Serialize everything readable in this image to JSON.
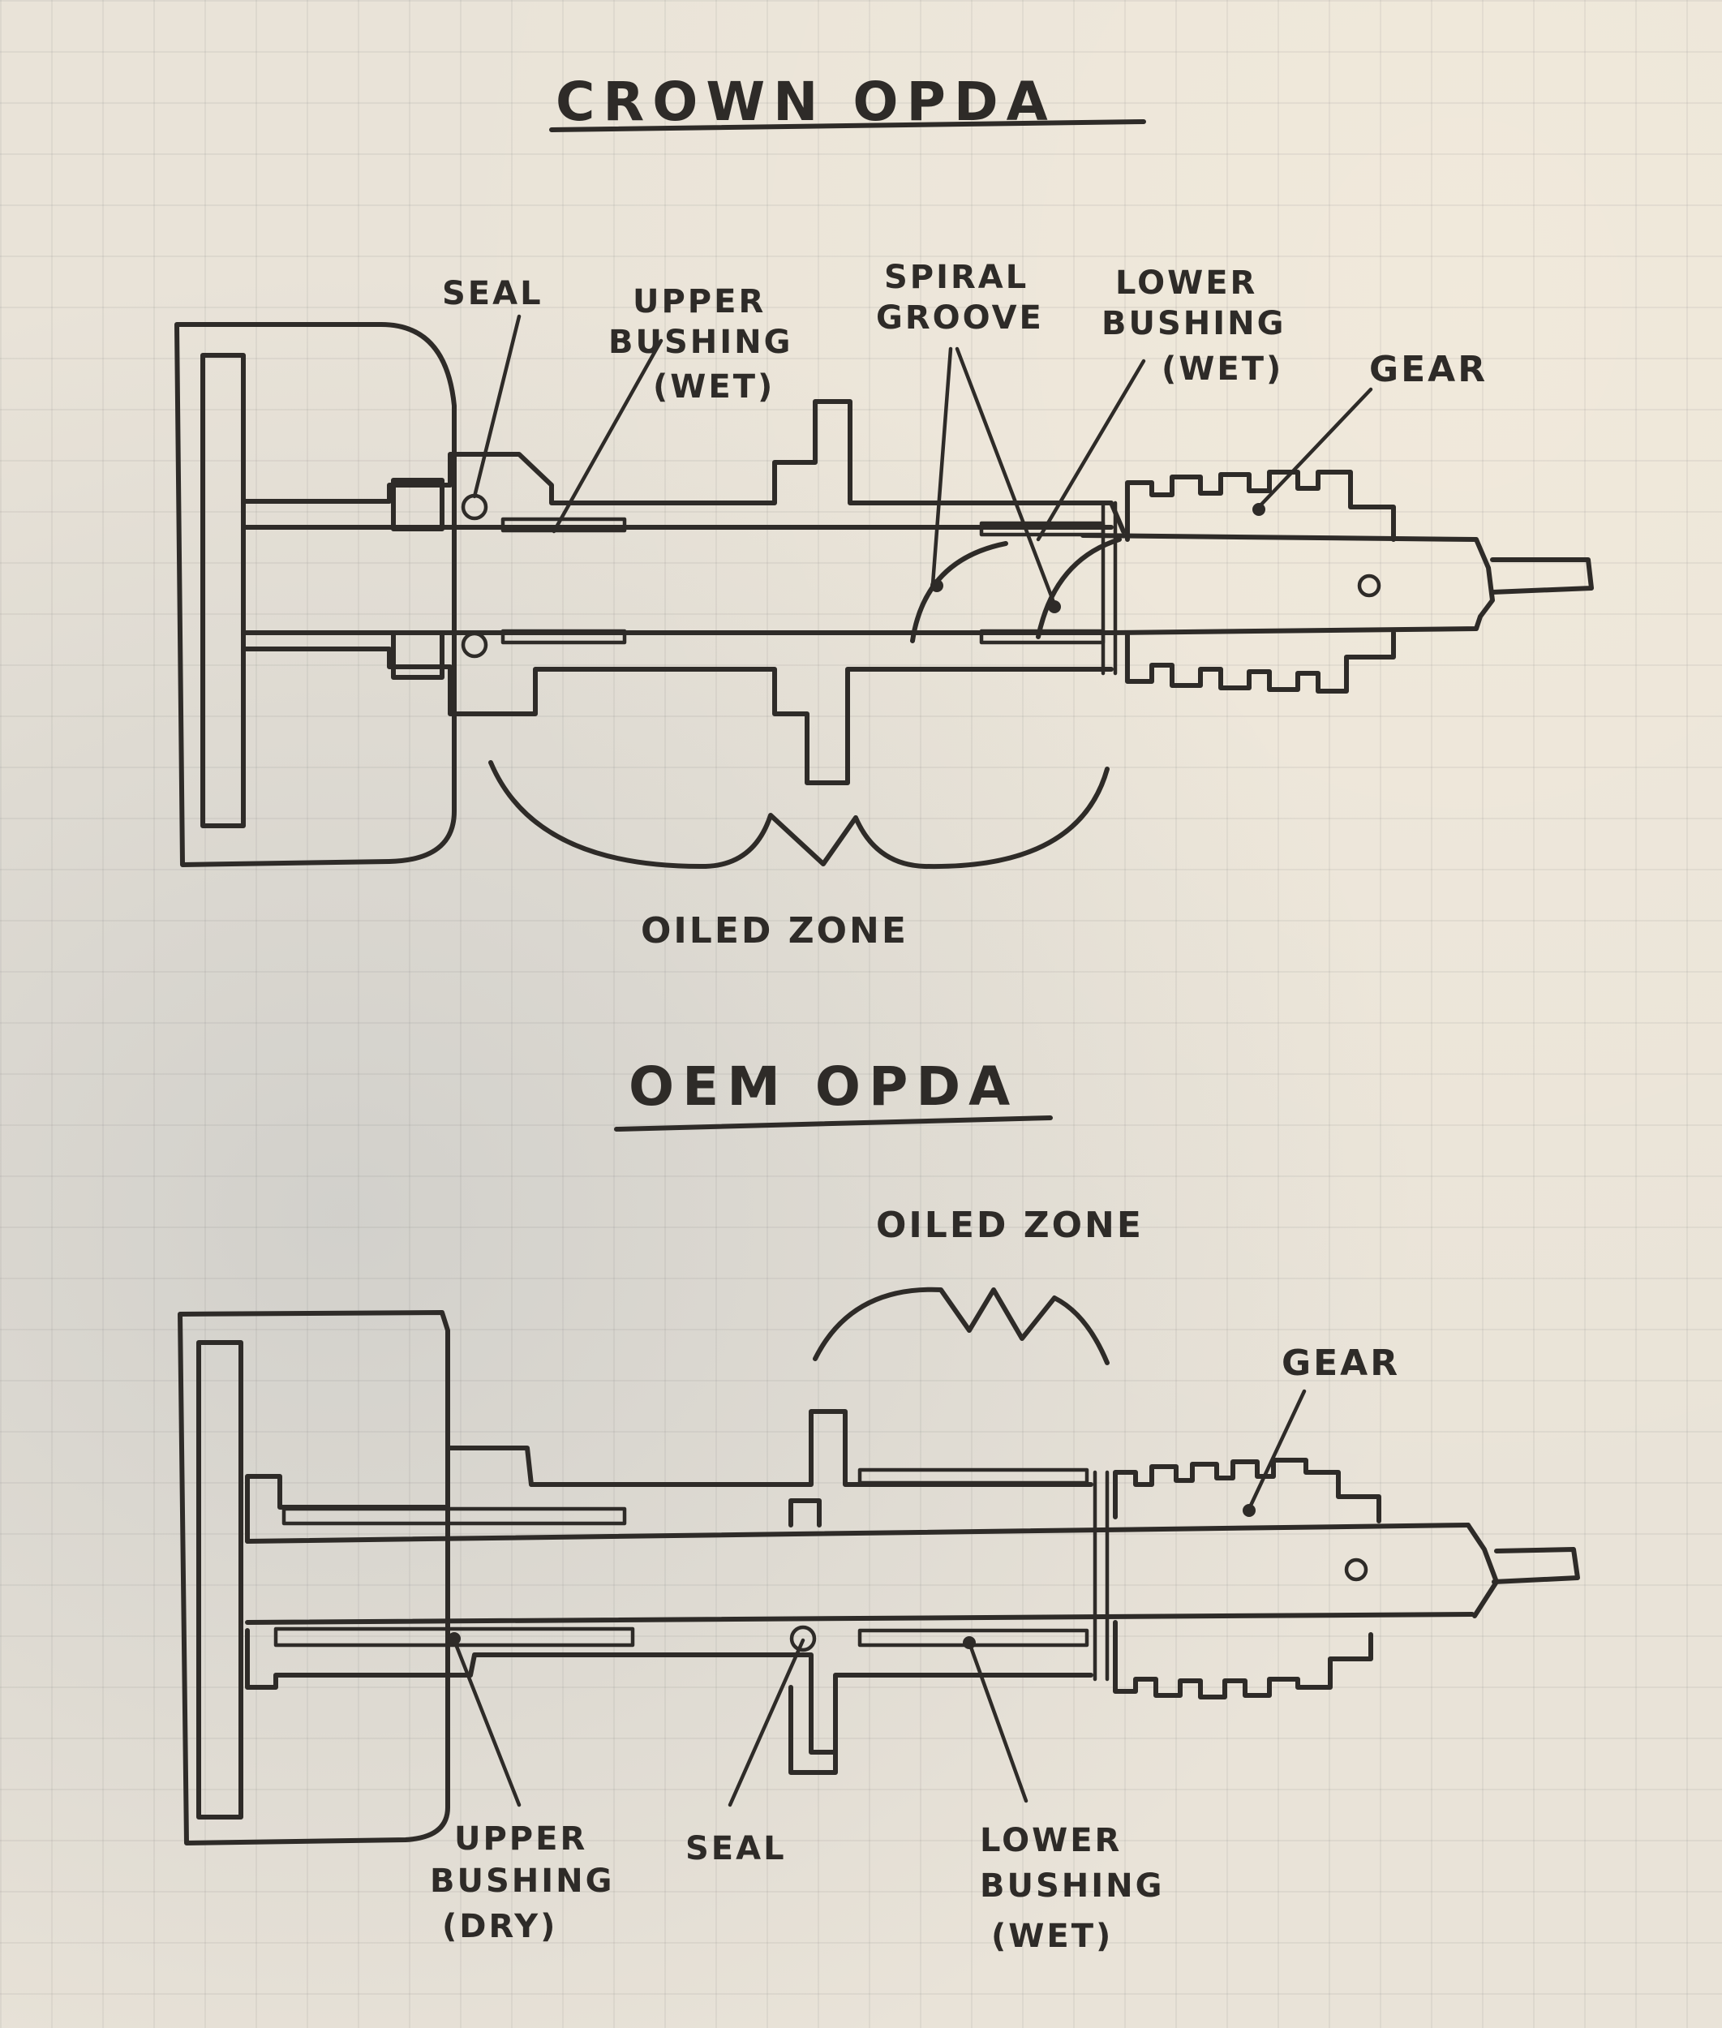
{
  "diagrams": {
    "crown": {
      "title": "CROWN OPDA",
      "labels": {
        "seal": "SEAL",
        "upper_1": "UPPER",
        "upper_2": "BUSHING",
        "upper_3": "(WET)",
        "spiral_1": "SPIRAL",
        "spiral_2": "GROOVE",
        "lower_1": "LOWER",
        "lower_2": "BUSHING",
        "lower_3": "(WET)",
        "gear": "GEAR",
        "oiled": "OILED ZONE"
      }
    },
    "oem": {
      "title": "OEM OPDA",
      "labels": {
        "oiled": "OILED ZONE",
        "gear": "GEAR",
        "upper_1": "UPPER",
        "upper_2": "BUSHING",
        "upper_3": "(DRY)",
        "seal": "SEAL",
        "lower_1": "LOWER",
        "lower_2": "BUSHING",
        "lower_3": "(WET)"
      }
    }
  },
  "colors": {
    "ink": "#2e2b28",
    "paper": "#e9e3d8"
  }
}
